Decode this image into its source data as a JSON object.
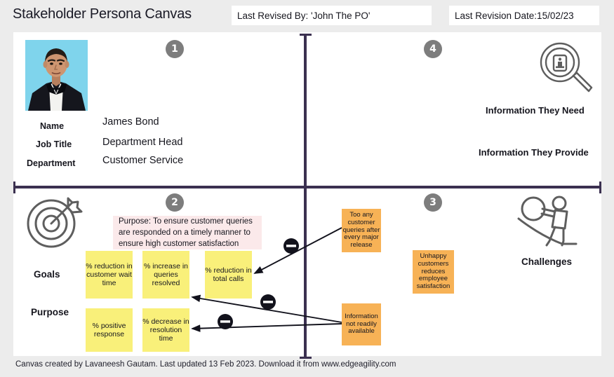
{
  "header": {
    "title": "Stakeholder Persona Canvas",
    "revised_by": "Last Revised By: 'John The PO'",
    "revision_date": "Last Revision Date:15/02/23"
  },
  "footer": {
    "note": "Canvas created by Lavaneesh Gautam. Last updated 13 Feb 2023. Download it from www.edgeagility.com"
  },
  "quadrants": {
    "q1": {
      "badge": "1"
    },
    "q2": {
      "badge": "2"
    },
    "q3": {
      "badge": "3"
    },
    "q4": {
      "badge": "4"
    }
  },
  "persona": {
    "fields": [
      {
        "label": "Name",
        "value": "James Bond"
      },
      {
        "label": "Job Title",
        "value": "Department Head"
      },
      {
        "label": "Department",
        "value": "Customer Service"
      }
    ]
  },
  "information": {
    "need_label": "Information They Need",
    "provide_label": "Information They Provide"
  },
  "goals_section": {
    "goals_label": "Goals",
    "purpose_label": "Purpose",
    "purpose_statement": "Purpose: To ensure customer queries are responded on a timely manner to ensure high customer satisfaction",
    "goals": [
      "% reduction in customer wait time",
      "% increase in queries resolved",
      "% reduction in total calls"
    ],
    "purposes": [
      "% positive response",
      "% decrease in resolution time"
    ]
  },
  "challenges_section": {
    "label": "Challenges",
    "notes": [
      "Too any customer queries after every major release",
      "Unhappy customers reduces employee satisfaction",
      "Information not readily available"
    ]
  },
  "colors": {
    "note_yellow": "#F9F07A",
    "note_orange": "#F7B256",
    "note_pink": "#FBE9EA",
    "divider": "#3B3050",
    "badge_gray": "#7D7D7D",
    "canvas_bg": "#FFFFFF",
    "page_bg": "#ECECEC"
  }
}
